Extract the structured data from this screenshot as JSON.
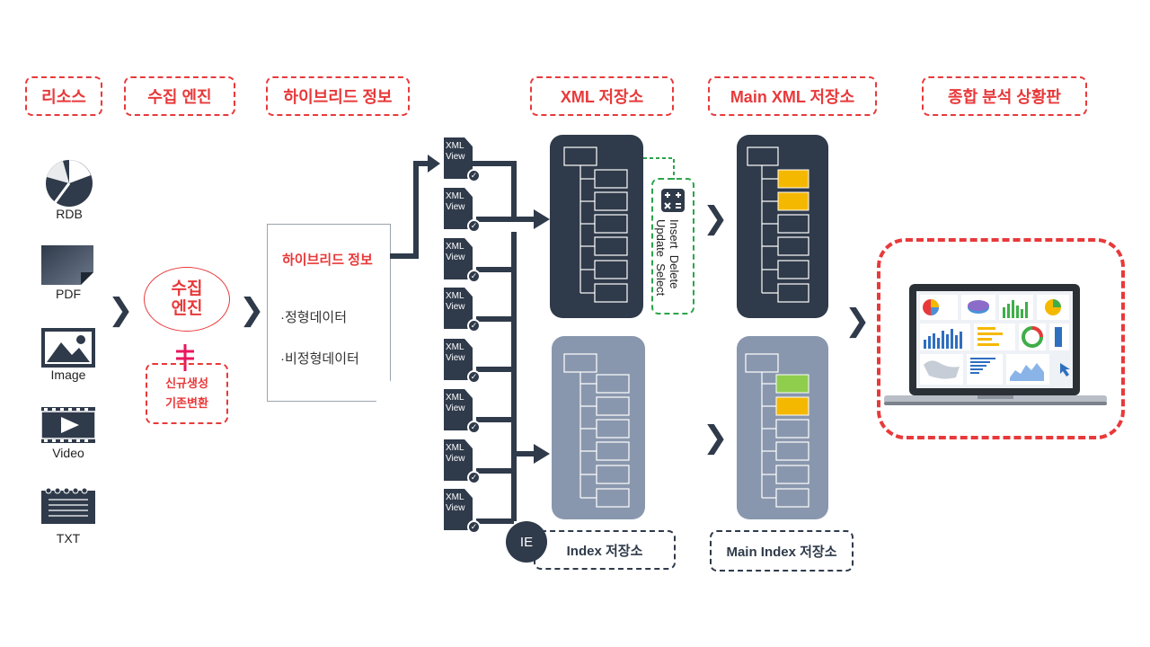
{
  "headers": [
    "리소스",
    "수집 엔진",
    "하이브리드 정보",
    "XML 저장소",
    "Main XML 저장소",
    "종합 분석 상황판"
  ],
  "resources": [
    "RDB",
    "PDF",
    "Image",
    "Video",
    "TXT"
  ],
  "engine": {
    "line1": "수집",
    "line2": "엔진",
    "note1": "신규생성",
    "note2": "기존변환"
  },
  "hybrid_doc": {
    "title": "하이브리드 정보",
    "item1": "·정형데이터",
    "item2": "·비정형데이터"
  },
  "xml_view": {
    "line1": "XML",
    "line2": "View"
  },
  "operations": {
    "col1_a": "Insert",
    "col1_b": "Delete",
    "col2_a": "Update",
    "col2_b": "Select"
  },
  "ie_label": "IE",
  "index_store": "Index 저장소",
  "main_index_store": "Main Index 저장소",
  "colors": {
    "accent_red": "#e8393a",
    "dark": "#2f3a4a",
    "light_db": "#8997ae",
    "highlight_yellow": "#f5b800",
    "highlight_green": "#8fce4c",
    "green_dash": "#2aa54a"
  }
}
